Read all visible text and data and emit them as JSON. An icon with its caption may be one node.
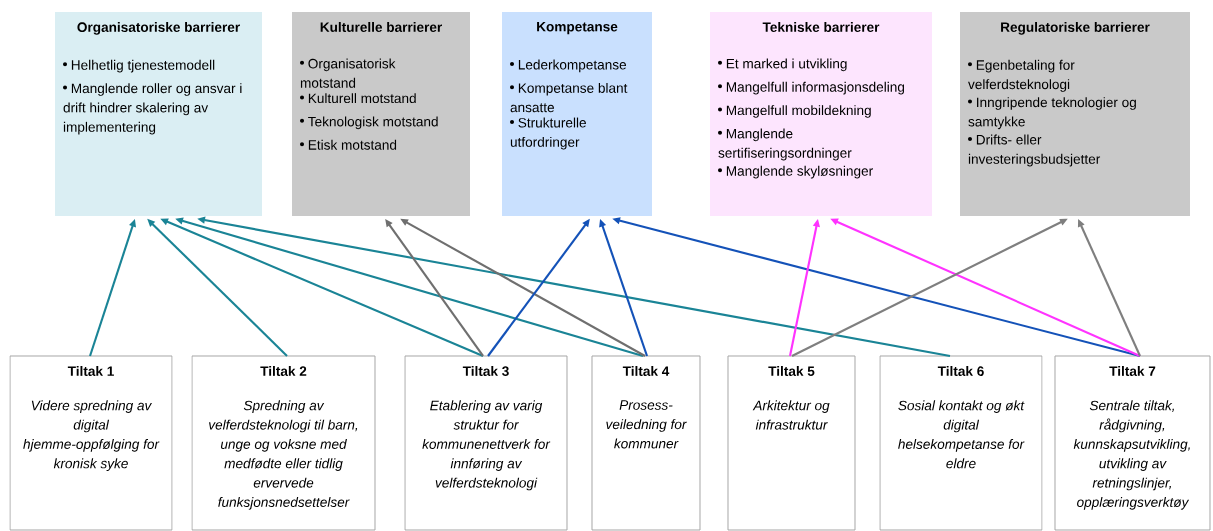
{
  "diagram": {
    "nodes": [
      {
        "text": [
          "Organisatoriske barrierer",
          "Helhetlig tjenestemodell",
          "Manglende roller og ansvar i drift hindrer skalering av implementering"
        ]
      },
      {
        "text": [
          "Kulturelle barrierer",
          "Organisatorisk motstand",
          "Kulturell motstand",
          "Teknologisk motstand",
          "Etisk motstand"
        ]
      },
      {
        "text": [
          "Kompetanse",
          "Lederkompetanse",
          "Kompetanse blant ansatte",
          "Strukturelle utfordringer"
        ]
      },
      {
        "text": [
          "Tekniske barrierer",
          "Et marked i utvikling",
          "Mangelfull informasjonsdeling",
          "Mangelfull mobildekning",
          "Manglende sertifiseringsordninger",
          "Manglende skyløsninger"
        ]
      },
      {
        "text": [
          "Regulatoriske barrierer",
          "Egenbetaling for velferdsteknologi",
          "Inngripende teknologier og samtykke",
          "Drifts- eller investeringsbudsjetter"
        ]
      },
      {
        "text": [
          "Tiltak 1",
          "Videre spredning av digital hjemme-oppfølging for kronisk syke"
        ]
      },
      {
        "text": [
          "Tiltak 2",
          "Spredning av velferdsteknologi til barn, unge og voksne med medfødte eller tidlig ervervede funksjonsnedsettelser"
        ]
      },
      {
        "text": [
          "Tiltak 3",
          "Etablering av varig struktur for kommunenettverk for innføring av velferdsteknologi"
        ]
      },
      {
        "text": [
          "Tiltak 4",
          "Prosess-veiledning for kommuner"
        ]
      },
      {
        "text": [
          "Tiltak 5",
          "Arkitektur og infrastruktur"
        ]
      },
      {
        "text": [
          "Tiltak 6",
          "Sosial kontakt og økt digital helsekompetanse for eldre"
        ]
      },
      {
        "text": [
          "Tiltak 7",
          "Sentrale tiltak, rådgivning, kunnskapsutvikling, utvikling av retningslinjer, opplæringsverktøy"
        ]
      }
    ],
    "edges": [
      {
        "from": 5,
        "to": 0,
        "arrow": "to"
      },
      {
        "from": 6,
        "to": 0,
        "arrow": "to"
      },
      {
        "from": 7,
        "to": 0,
        "arrow": "to"
      },
      {
        "from": 8,
        "to": 0,
        "arrow": "to"
      },
      {
        "from": 10,
        "to": 0,
        "arrow": "to"
      },
      {
        "from": 7,
        "to": 1,
        "arrow": "to",
        "color": "#6f6f6f"
      },
      {
        "from": 8,
        "to": 1,
        "arrow": "to",
        "color": "#6f6f6f"
      },
      {
        "from": 7,
        "to": 2,
        "arrow": "to",
        "color": "#1452b8"
      },
      {
        "from": 8,
        "to": 2,
        "arrow": "to",
        "color": "#1452b8"
      },
      {
        "from": 11,
        "to": 2,
        "arrow": "to",
        "color": "#1452b8"
      },
      {
        "from": 9,
        "to": 3,
        "arrow": "to",
        "color": "#ff33ff"
      },
      {
        "from": 11,
        "to": 3,
        "arrow": "to",
        "color": "#ff33ff"
      },
      {
        "from": 9,
        "to": 4,
        "arrow": "to",
        "color": "#7f7f7f"
      },
      {
        "from": 11,
        "to": 4,
        "arrow": "to",
        "color": "#7f7f7f"
      }
    ]
  }
}
